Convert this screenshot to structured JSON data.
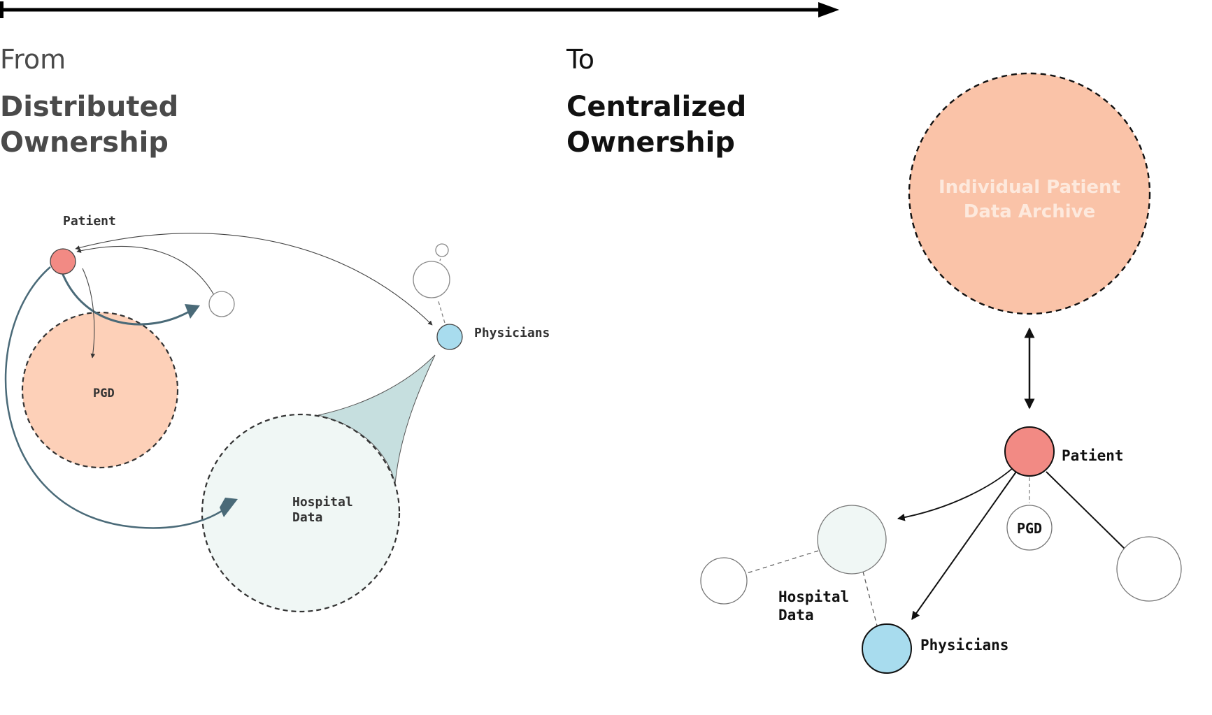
{
  "header": {
    "from_label": "From",
    "from_title_line1": "Distributed",
    "from_title_line2": "Ownership",
    "to_label": "To",
    "to_title_line1": "Centralized",
    "to_title_line2": "Ownership"
  },
  "left_diagram": {
    "patient_label": "Patient",
    "pgd_label": "PGD",
    "hospital_label_line1": "Hospital",
    "hospital_label_line2": "Data",
    "physicians_label": "Physicians"
  },
  "right_diagram": {
    "archive_label_line1": "Individual Patient",
    "archive_label_line2": "Data Archive",
    "patient_label": "Patient",
    "pgd_label": "PGD",
    "hospital_label_line1": "Hospital",
    "hospital_label_line2": "Data",
    "physicians_label": "Physicians"
  },
  "colors": {
    "patient": "#f28a84",
    "physicians": "#a8dcee",
    "pgd_fill": "#fdd0b8",
    "archive_fill": "#fac3a8",
    "hospital_fill": "#f0f7f5",
    "hospital_wedge": "#c6dfdf",
    "flow_arrow": "#4a6a78",
    "muted_text": "#4a4a4a"
  }
}
